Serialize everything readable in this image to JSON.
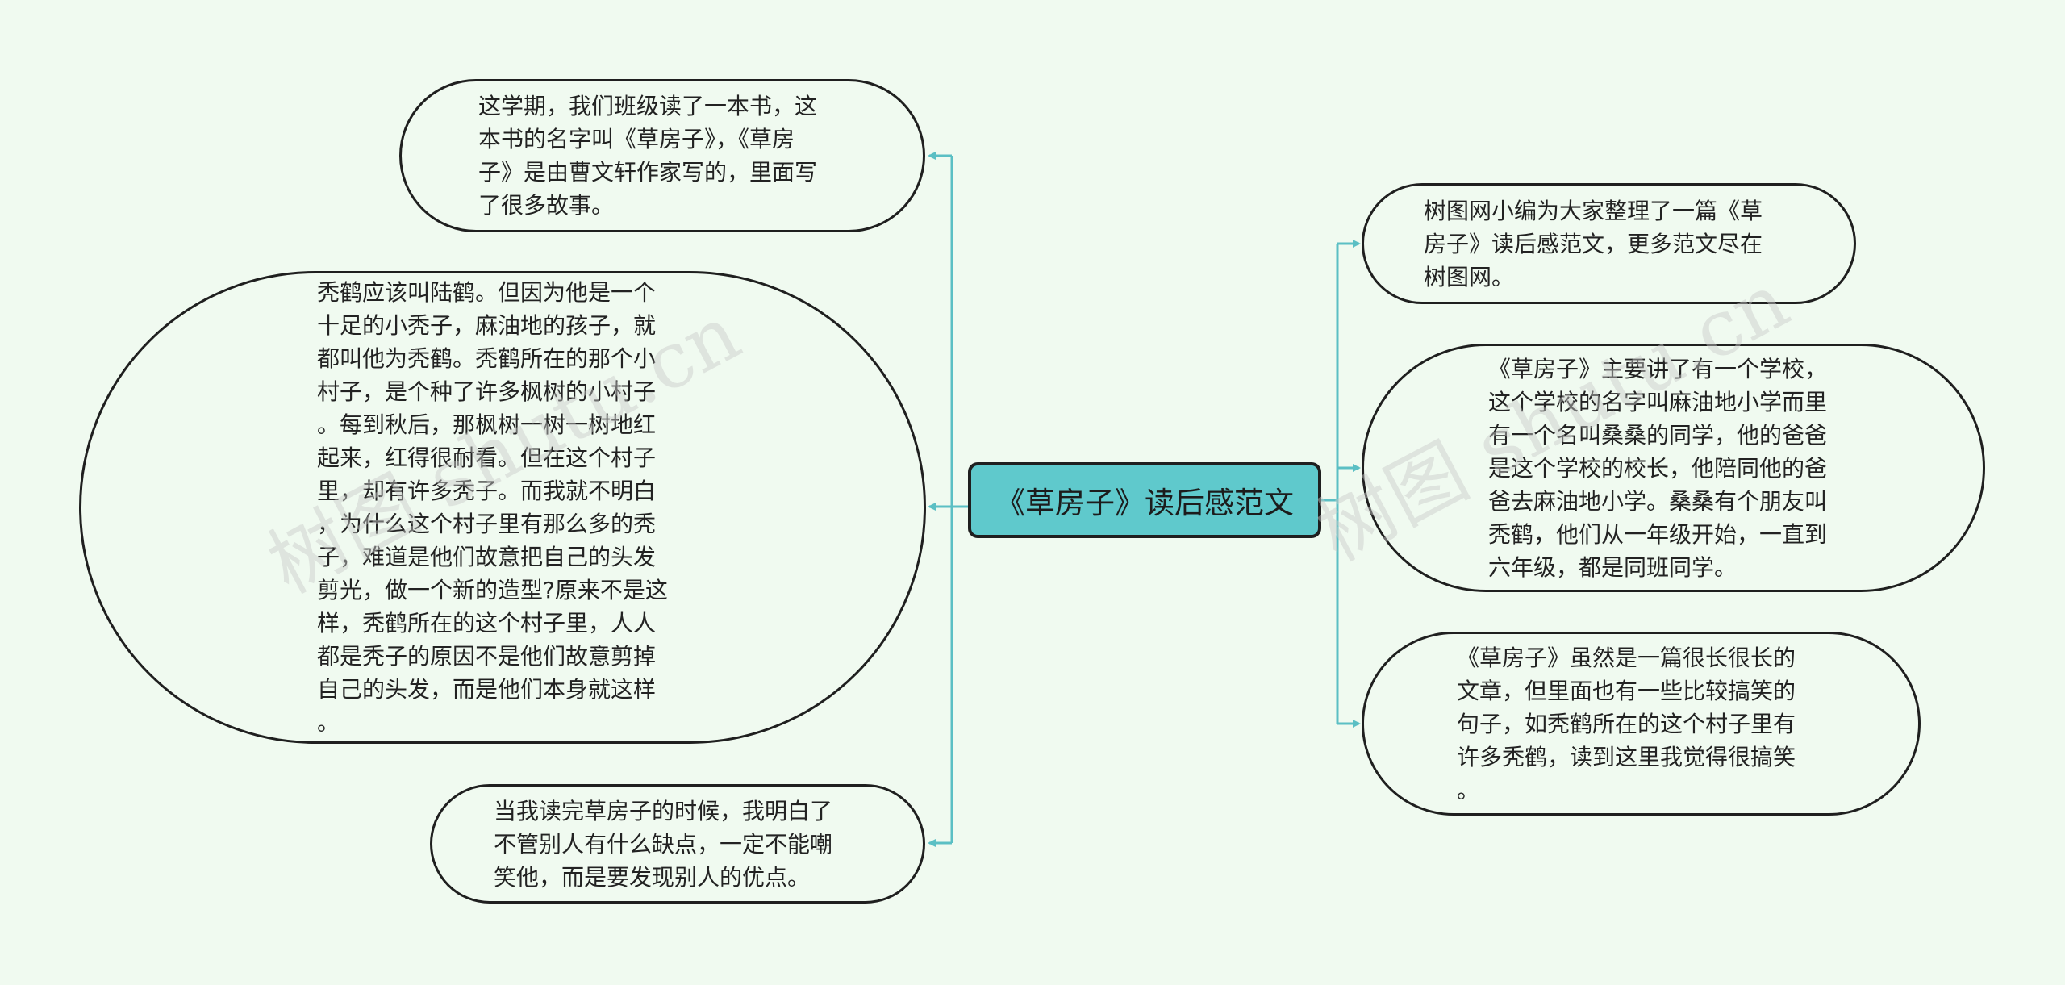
{
  "central": {
    "title": "《草房子》读后感范文"
  },
  "left": [
    {
      "id": "l1",
      "text": "这学期，我们班级读了一本书，这\n本书的名字叫《草房子》，《草房\n子》是由曹文轩作家写的，里面写\n了很多故事。"
    },
    {
      "id": "l2",
      "text": "秃鹤应该叫陆鹤。但因为他是一个\n十足的小秃子，麻油地的孩子，就\n都叫他为秃鹤。秃鹤所在的那个小\n村子，是个种了许多枫树的小村子\n。每到秋后，那枫树一树一树地红\n起来，红得很耐看。但在这个村子\n里，却有许多秃子。而我就不明白\n，为什么这个村子里有那么多的秃\n子，难道是他们故意把自己的头发\n剪光，做一个新的造型?原来不是这\n样，秃鹤所在的这个村子里，人人\n都是秃子的原因不是他们故意剪掉\n自己的头发，而是他们本身就这样\n。"
    },
    {
      "id": "l3",
      "text": "当我读完草房子的时候，我明白了\n不管别人有什么缺点，一定不能嘲\n笑他，而是要发现别人的优点。"
    }
  ],
  "right": [
    {
      "id": "r1",
      "text": "树图网小编为大家整理了一篇《草\n房子》读后感范文，更多范文尽在\n树图网。"
    },
    {
      "id": "r2",
      "text": "《草房子》主要讲了有一个学校，\n这个学校的名字叫麻油地小学而里\n有一个名叫桑桑的同学，他的爸爸\n是这个学校的校长，他陪同他的爸\n爸去麻油地小学。桑桑有个朋友叫\n秃鹤，他们从一年级开始，一直到\n六年级，都是同班同学。"
    },
    {
      "id": "r3",
      "text": "《草房子》虽然是一篇很长很长的\n文章，但里面也有一些比较搞笑的\n句子，如秃鹤所在的这个村子里有\n许多秃鹤，读到这里我觉得很搞笑\n。"
    }
  ],
  "watermarks": [
    "树图 shutu.cn",
    "树图 shutu.cn"
  ],
  "colors": {
    "background": "#f0faf0",
    "central_fill": "#5fc9cc",
    "connector": "#5bbfc4",
    "border": "#1f1f1f"
  }
}
